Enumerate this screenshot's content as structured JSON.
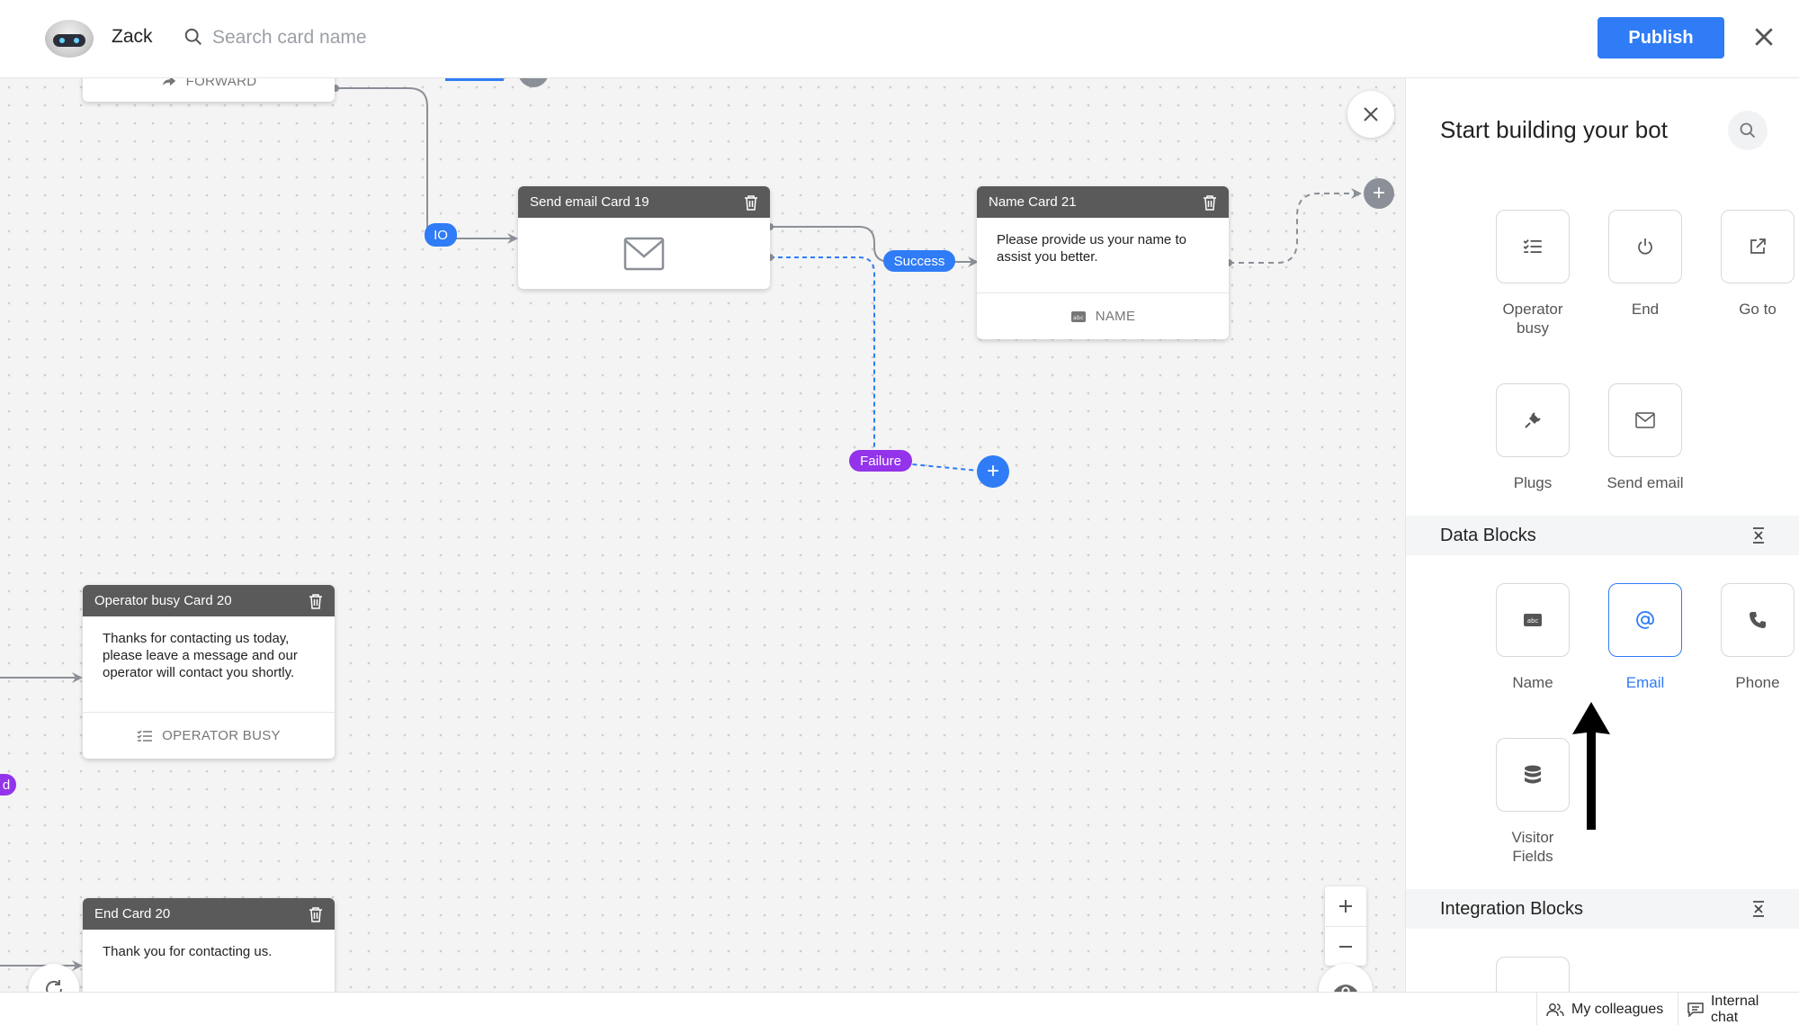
{
  "header": {
    "bot_name": "Zack",
    "search_placeholder": "Search card name",
    "publish_label": "Publish"
  },
  "canvas": {
    "forward_card": {
      "footer": "FORWARD"
    },
    "send_email_card": {
      "title": "Send email Card 19"
    },
    "name_card": {
      "title": "Name Card 21",
      "body": "Please provide us your name to assist you better.",
      "footer": "NAME"
    },
    "operator_busy_card": {
      "title": "Operator busy Card 20",
      "body": "Thanks for contacting us today, please leave a message and our operator will contact you shortly.",
      "footer": "OPERATOR BUSY"
    },
    "end_card": {
      "title": "End Card 20",
      "body": "Thank you for contacting us."
    },
    "labels": {
      "io": "IO",
      "success": "Success",
      "failure": "Failure",
      "partial_left": "d"
    }
  },
  "panel": {
    "title": "Start building your bot",
    "blocks": [
      {
        "label": "Operator busy",
        "icon": "list-check-icon"
      },
      {
        "label": "End",
        "icon": "power-icon"
      },
      {
        "label": "Go to",
        "icon": "external-link-icon"
      },
      {
        "label": "Plugs",
        "icon": "plug-icon"
      },
      {
        "label": "Send email",
        "icon": "envelope-icon"
      }
    ],
    "data_blocks": {
      "title": "Data Blocks",
      "items": [
        {
          "label": "Name",
          "icon": "abc-icon"
        },
        {
          "label": "Email",
          "icon": "at-icon",
          "selected": true
        },
        {
          "label": "Phone",
          "icon": "phone-icon"
        },
        {
          "label": "Visitor Fields",
          "icon": "database-icon"
        }
      ]
    },
    "integration_blocks": {
      "title": "Integration Blocks"
    }
  },
  "footer": {
    "colleagues": "My colleagues",
    "internal_chat": "Internal chat"
  },
  "colors": {
    "accent": "#2f7cf6",
    "failure": "#9333ea",
    "card_header": "#5a5a5a"
  }
}
